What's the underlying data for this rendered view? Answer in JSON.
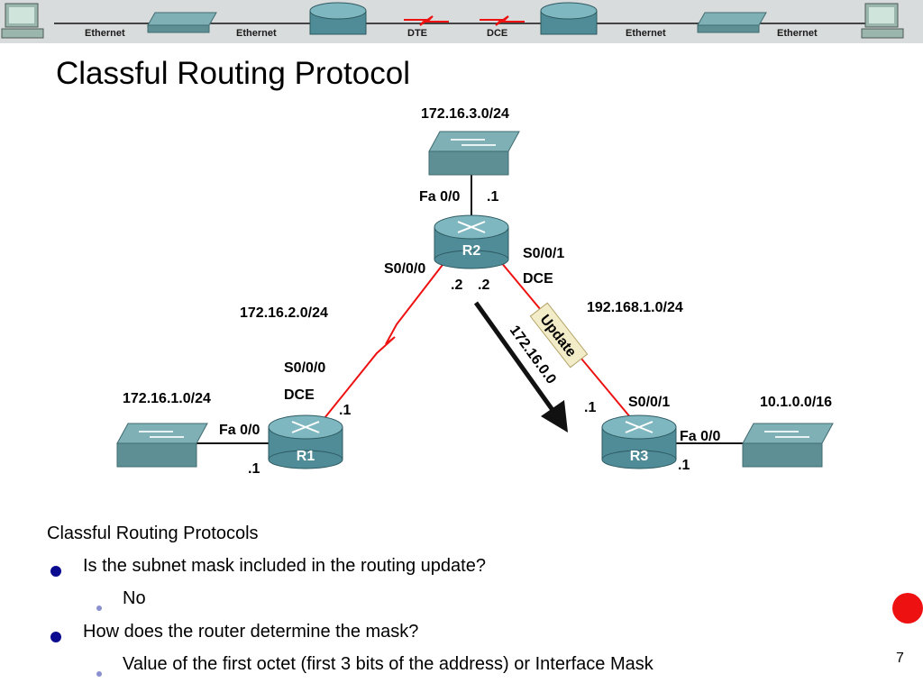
{
  "banner": {
    "labels": [
      "Ethernet",
      "Ethernet",
      "DTE",
      "DCE",
      "Ethernet",
      "Ethernet"
    ]
  },
  "title": "Classful Routing Protocol",
  "diagram": {
    "networks": {
      "r2_lan": "172.16.3.0/24",
      "r1_r2": "172.16.2.0/24",
      "r2_r3": "192.168.1.0/24",
      "r1_lan": "172.16.1.0/24",
      "r3_lan": "10.1.0.0/16"
    },
    "routers": {
      "r1": "R1",
      "r2": "R2",
      "r3": "R3"
    },
    "interfaces": {
      "r2_fa": "Fa 0/0",
      "r2_fa_host": ".1",
      "r2_s000": "S0/0/0",
      "r2_s000_host": ".2",
      "r2_s001_host": ".2",
      "r2_s001": "S0/0/1",
      "r2_dce": "DCE",
      "r1_s000": "S0/0/0",
      "r1_dce": "DCE",
      "r1_serial_host": ".1",
      "r1_fa": "Fa 0/0",
      "r1_fa_host": ".1",
      "r3_serial_host": ".1",
      "r3_s001": "S0/0/1",
      "r3_fa": "Fa 0/0",
      "r3_fa_host": ".1"
    },
    "update": {
      "tag": "Update",
      "route": "172.16.0.0"
    }
  },
  "content": {
    "heading": "Classful Routing Protocols",
    "q1": "Is the subnet mask included in the routing update?",
    "a1": "No",
    "q2": "How does the router determine the mask?",
    "a2": "Value of the first octet (first 3 bits of the address) or Interface Mask"
  },
  "page_number": "7",
  "colors": {
    "serial_link": "#ee1111",
    "router_body": "#4f8c97",
    "switch_body": "#6ea7ae",
    "bullet_primary": "#0b0b8f",
    "bullet_secondary": "#8a8fd0",
    "record_dot": "#ee1111"
  }
}
